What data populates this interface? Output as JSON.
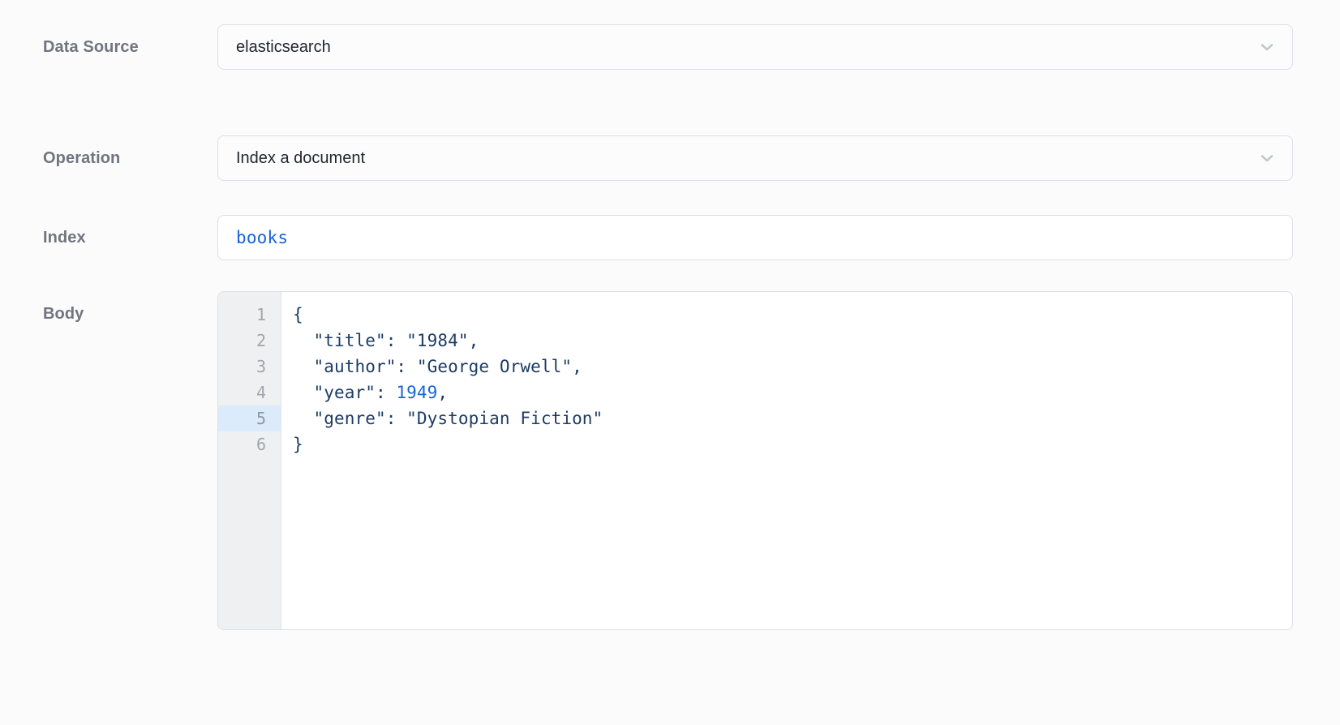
{
  "form": {
    "fields": [
      {
        "id": "data-source",
        "label": "Data Source",
        "control": "select",
        "value": "elasticsearch",
        "icon": "chevron-down-icon"
      },
      {
        "id": "operation",
        "label": "Operation",
        "control": "select",
        "value": "Index a document",
        "icon": "chevron-down-icon"
      },
      {
        "id": "index",
        "label": "Index",
        "control": "text",
        "value": "books",
        "placeholder": ""
      },
      {
        "id": "body",
        "label": "Body",
        "control": "code-editor"
      }
    ]
  },
  "editor": {
    "active_line": 5,
    "line_numbers": [
      "1",
      "2",
      "3",
      "4",
      "5",
      "6"
    ],
    "lines": [
      {
        "n": "1",
        "segments": [
          {
            "t": "{",
            "k": "plain"
          }
        ]
      },
      {
        "n": "2",
        "segments": [
          {
            "t": "  \"title\": \"1984\",",
            "k": "plain"
          }
        ]
      },
      {
        "n": "3",
        "segments": [
          {
            "t": "  \"author\": \"George Orwell\",",
            "k": "plain"
          }
        ]
      },
      {
        "n": "4",
        "segments": [
          {
            "t": "  \"year\": ",
            "k": "plain"
          },
          {
            "t": "1949",
            "k": "num"
          },
          {
            "t": ",",
            "k": "plain"
          }
        ]
      },
      {
        "n": "5",
        "segments": [
          {
            "t": "  \"genre\": \"Dystopian Fiction\"",
            "k": "plain"
          }
        ]
      },
      {
        "n": "6",
        "segments": [
          {
            "t": "}",
            "k": "plain"
          }
        ]
      }
    ],
    "raw_text": "{\n  \"title\": \"1984\",\n  \"author\": \"George Orwell\",\n  \"year\": 1949,\n  \"genre\": \"Dystopian Fiction\"\n}"
  },
  "colors": {
    "page_background": "#fbfbfc",
    "label_text": "#70757e",
    "border": "#dcdfe4",
    "input_text": "#22272f",
    "code_text": "#1d3c63",
    "code_number": "#1565d8",
    "index_value": "#1565d8",
    "gutter_background": "#eef0f2",
    "gutter_text": "#a0a6ae",
    "gutter_active": "#dcebfb"
  }
}
